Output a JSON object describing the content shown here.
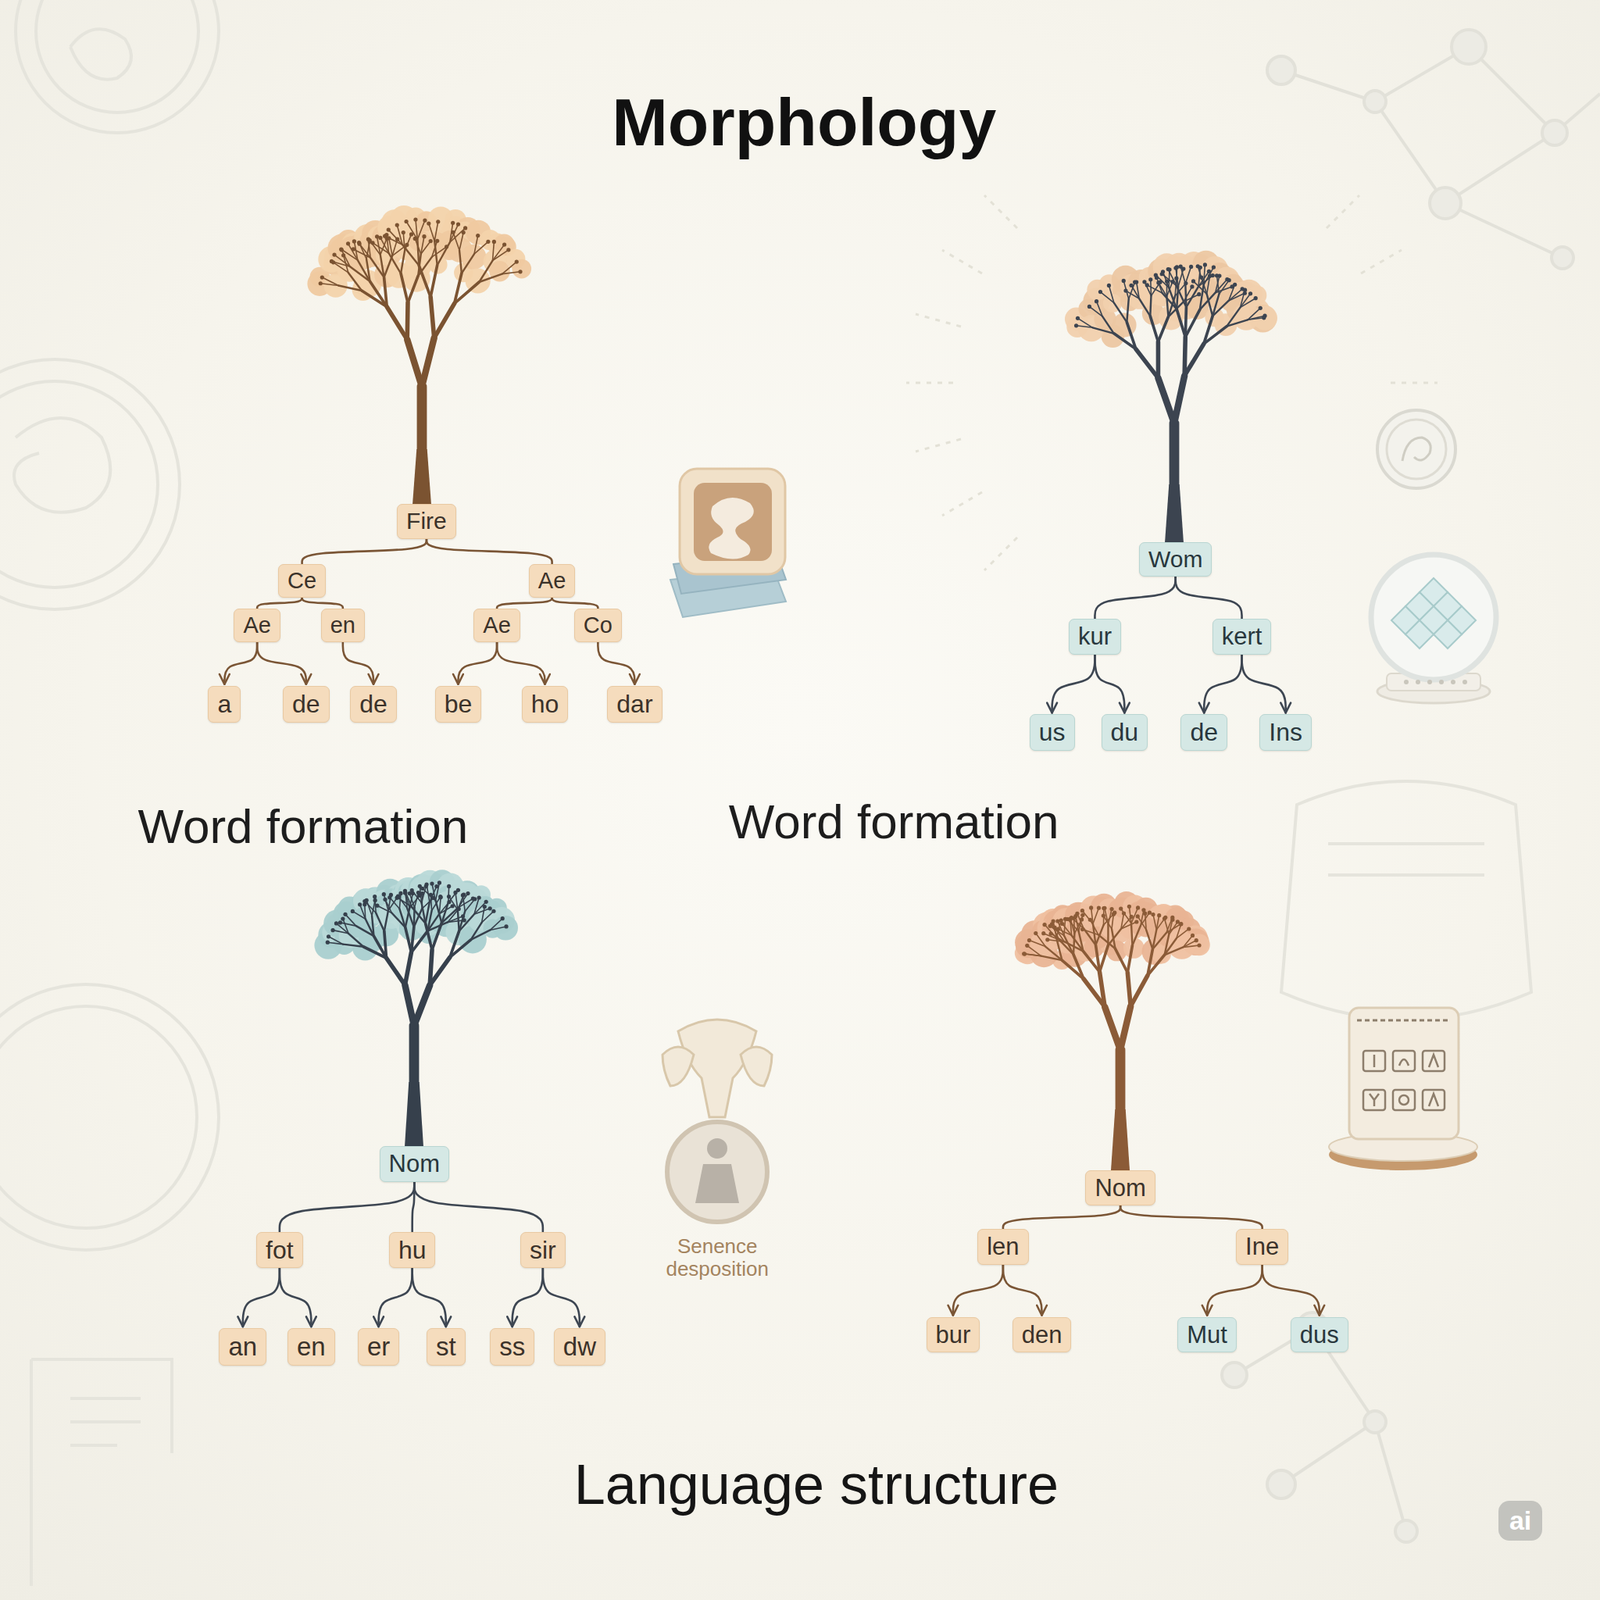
{
  "diagram": {
    "title": "Morphology",
    "nodes": [
      {
        "text": [
          "Fire"
        ]
      },
      {
        "text": [
          "Ce"
        ]
      },
      {
        "text": [
          "Ae"
        ]
      },
      {
        "text": [
          "Ae"
        ]
      },
      {
        "text": [
          "en"
        ]
      },
      {
        "text": [
          "Ae"
        ]
      },
      {
        "text": [
          "Co"
        ]
      },
      {
        "text": [
          "a"
        ]
      },
      {
        "text": [
          "de"
        ]
      },
      {
        "text": [
          "de"
        ]
      },
      {
        "text": [
          "be"
        ]
      },
      {
        "text": [
          "ho"
        ]
      },
      {
        "text": [
          "dar"
        ]
      },
      {
        "text": [
          "Wom"
        ]
      },
      {
        "text": [
          "kur"
        ]
      },
      {
        "text": [
          "kert"
        ]
      },
      {
        "text": [
          "us"
        ]
      },
      {
        "text": [
          "du"
        ]
      },
      {
        "text": [
          "de"
        ]
      },
      {
        "text": [
          "Ins"
        ]
      },
      {
        "text": [
          "Nom"
        ]
      },
      {
        "text": [
          "fot"
        ]
      },
      {
        "text": [
          "hu"
        ]
      },
      {
        "text": [
          "sir"
        ]
      },
      {
        "text": [
          "an"
        ]
      },
      {
        "text": [
          "en"
        ]
      },
      {
        "text": [
          "er"
        ]
      },
      {
        "text": [
          "st"
        ]
      },
      {
        "text": [
          "ss"
        ]
      },
      {
        "text": [
          "dw"
        ]
      },
      {
        "text": [
          "Nom"
        ]
      },
      {
        "text": [
          "len"
        ]
      },
      {
        "text": [
          "Ine"
        ]
      },
      {
        "text": [
          "bur"
        ]
      },
      {
        "text": [
          "den"
        ]
      },
      {
        "text": [
          "Mut"
        ]
      },
      {
        "text": [
          "dus"
        ]
      }
    ],
    "edges": [
      {
        "from": 0,
        "to": 1,
        "arrow": "none"
      },
      {
        "from": 0,
        "to": 2,
        "arrow": "none"
      },
      {
        "from": 1,
        "to": 3,
        "arrow": "none"
      },
      {
        "from": 1,
        "to": 4,
        "arrow": "none"
      },
      {
        "from": 2,
        "to": 5,
        "arrow": "none"
      },
      {
        "from": 2,
        "to": 6,
        "arrow": "none"
      },
      {
        "from": 3,
        "to": 7,
        "arrow": "to"
      },
      {
        "from": 3,
        "to": 8,
        "arrow": "to"
      },
      {
        "from": 4,
        "to": 9,
        "arrow": "to"
      },
      {
        "from": 5,
        "to": 10,
        "arrow": "to"
      },
      {
        "from": 5,
        "to": 11,
        "arrow": "to"
      },
      {
        "from": 6,
        "to": 12,
        "arrow": "to"
      },
      {
        "from": 13,
        "to": 14,
        "arrow": "none"
      },
      {
        "from": 13,
        "to": 15,
        "arrow": "none"
      },
      {
        "from": 14,
        "to": 16,
        "arrow": "to"
      },
      {
        "from": 14,
        "to": 17,
        "arrow": "to"
      },
      {
        "from": 15,
        "to": 18,
        "arrow": "to"
      },
      {
        "from": 15,
        "to": 19,
        "arrow": "to"
      },
      {
        "from": 20,
        "to": 21,
        "arrow": "none"
      },
      {
        "from": 20,
        "to": 22,
        "arrow": "none"
      },
      {
        "from": 20,
        "to": 23,
        "arrow": "none"
      },
      {
        "from": 21,
        "to": 24,
        "arrow": "to"
      },
      {
        "from": 21,
        "to": 25,
        "arrow": "to"
      },
      {
        "from": 22,
        "to": 26,
        "arrow": "to"
      },
      {
        "from": 22,
        "to": 27,
        "arrow": "to"
      },
      {
        "from": 23,
        "to": 28,
        "arrow": "to"
      },
      {
        "from": 23,
        "to": 29,
        "arrow": "to"
      },
      {
        "from": 30,
        "to": 31,
        "arrow": "none"
      },
      {
        "from": 30,
        "to": 32,
        "arrow": "none"
      },
      {
        "from": 31,
        "to": 33,
        "arrow": "to"
      },
      {
        "from": 31,
        "to": 34,
        "arrow": "to"
      },
      {
        "from": 32,
        "to": 35,
        "arrow": "to"
      },
      {
        "from": 32,
        "to": 36,
        "arrow": "to"
      }
    ],
    "labels": [
      "Word formation",
      "Word formation",
      "Senence desposition",
      "Language structure",
      "ai"
    ]
  }
}
